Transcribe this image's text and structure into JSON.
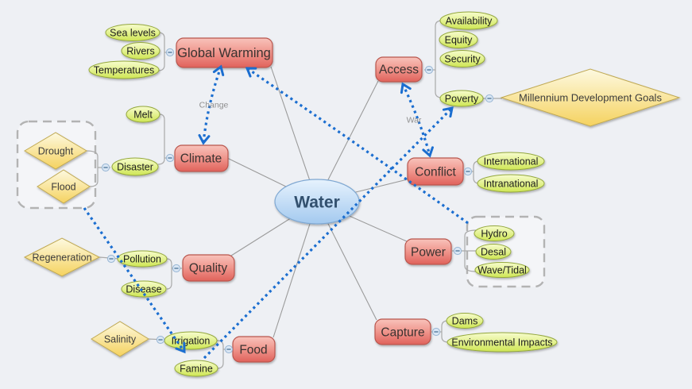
{
  "palette": {
    "background": "#eef0f4",
    "main_topic_fill_top": "#f7beb6",
    "main_topic_fill_bottom": "#e0625b",
    "main_topic_border": "#b9564e",
    "subtopic_fill_top": "#f7fccd",
    "subtopic_fill_bottom": "#cfe654",
    "subtopic_border": "#94a83c",
    "diamond_fill_top": "#fdf9e0",
    "diamond_fill_bottom": "#f6d562",
    "diamond_border": "#c0a953",
    "center_fill_top": "#e6f2fd",
    "center_fill_bottom": "#a3c9ef",
    "center_border": "#7fa8d2",
    "relationship_arrow_color": "#1b6ed0",
    "connector_line_color": "#9b9b9b",
    "boundary_dash_color": "#b3b3b3"
  },
  "mindmap": {
    "center": {
      "label": "Water"
    },
    "mains": [
      {
        "label": "Global Warming",
        "children": [
          {
            "label": "Sea levels"
          },
          {
            "label": "Rivers"
          },
          {
            "label": "Temperatures"
          }
        ]
      },
      {
        "label": "Climate",
        "children": [
          {
            "label": "Melt"
          },
          {
            "label": "Disaster",
            "children": [
              {
                "label": "Drought"
              },
              {
                "label": "Flood"
              }
            ]
          }
        ]
      },
      {
        "label": "Quality",
        "children": [
          {
            "label": "Pollution",
            "children": [
              {
                "label": "Regeneration"
              }
            ]
          },
          {
            "label": "Disease"
          }
        ]
      },
      {
        "label": "Food",
        "children": [
          {
            "label": "Irrigation",
            "children": [
              {
                "label": "Salinity"
              }
            ]
          },
          {
            "label": "Famine"
          }
        ]
      },
      {
        "label": "Access",
        "children": [
          {
            "label": "Availability"
          },
          {
            "label": "Equity"
          },
          {
            "label": "Security"
          },
          {
            "label": "Poverty",
            "children": [
              {
                "label": "Millennium Development  Goals"
              }
            ]
          }
        ]
      },
      {
        "label": "Conflict",
        "children": [
          {
            "label": "International"
          },
          {
            "label": "Intranational"
          }
        ]
      },
      {
        "label": "Power",
        "children": [
          {
            "label": "Hydro"
          },
          {
            "label": "Desal"
          },
          {
            "label": "Wave/Tidal"
          }
        ]
      },
      {
        "label": "Capture",
        "children": [
          {
            "label": "Dams"
          },
          {
            "label": "Environmental Impacts"
          }
        ]
      }
    ],
    "relationships": [
      {
        "label": "Change",
        "from": "Climate",
        "to": "Global Warming",
        "bidirectional": true
      },
      {
        "label": "War",
        "from": "Access",
        "to": "Conflict",
        "bidirectional": true
      },
      {
        "label": "",
        "from": "Power group boundary",
        "to": "Global Warming",
        "bidirectional": false
      },
      {
        "label": "",
        "from": "Famine",
        "to": "Poverty",
        "bidirectional": false
      },
      {
        "label": "",
        "from": "Drought/Flood group boundary",
        "to": "Famine",
        "bidirectional": false
      }
    ],
    "boundaries": [
      {
        "around": [
          "Drought",
          "Flood"
        ]
      },
      {
        "around": [
          "Hydro",
          "Desal",
          "Wave/Tidal"
        ]
      }
    ]
  }
}
